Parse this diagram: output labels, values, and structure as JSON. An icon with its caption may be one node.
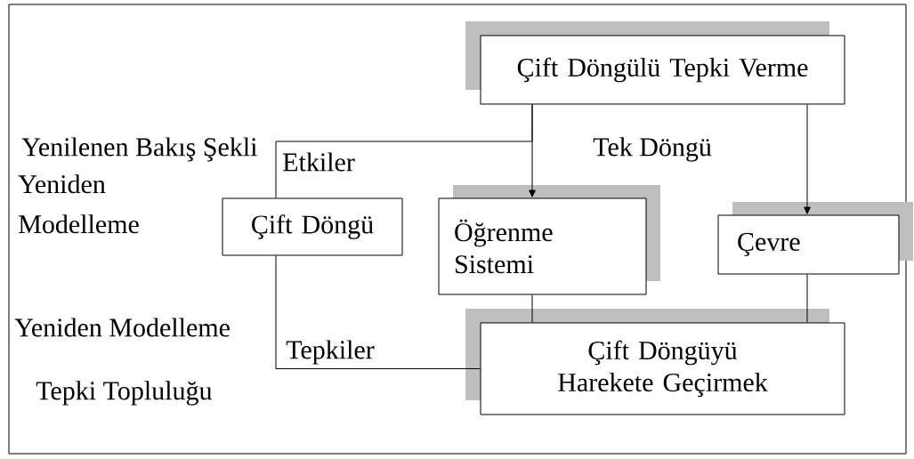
{
  "diagram": {
    "nodes": [
      {
        "text": [
          "Çift Döngülü Tepki Verme"
        ]
      },
      {
        "text": [
          "Çift Döngü"
        ]
      },
      {
        "text": [
          "Öğrenme Sistemi"
        ]
      },
      {
        "text": [
          "Çevre"
        ]
      },
      {
        "text": [
          "Çift Döngüyü Harekete Geçirmek"
        ]
      }
    ],
    "edges": [
      {
        "from": 0,
        "to": 2,
        "arrow": "to"
      },
      {
        "from": 0,
        "to": 1,
        "arrow": "none",
        "label": "Etkiler"
      },
      {
        "from": 0,
        "to": 3,
        "arrow": "to"
      },
      {
        "from": 2,
        "to": 4,
        "arrow": "none"
      },
      {
        "from": 3,
        "to": 4,
        "arrow": "none"
      },
      {
        "from": 1,
        "to": 4,
        "arrow": "none",
        "label": "Tepkiler"
      }
    ],
    "labels": [
      "Yenilenen Bakış Şekli",
      "Tek Döngü",
      "Yeniden Modelleme",
      "Yeniden Modelleme",
      "Tepki Topluluğu"
    ]
  }
}
